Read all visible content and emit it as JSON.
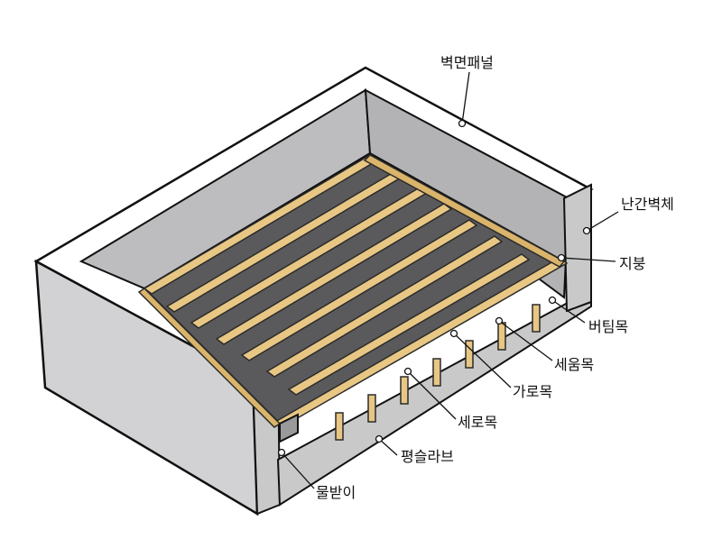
{
  "labels": {
    "wall_panel": "벽면패널",
    "parapet": "난간벽체",
    "roof": "지붕",
    "prop": "버팀목",
    "vertical_member": "세움목",
    "horizontal_member": "가로목",
    "vertical_batten": "세로목",
    "flat_slab": "평슬라브",
    "drip": "물받이"
  },
  "colors": {
    "wall_face": "#d2d2d4",
    "wall_inner": "#bdbdbf",
    "slab_dark": "#5a5a5c",
    "timber": "#e8c784",
    "timber_edge": "#2b2b2b",
    "concrete": "#c9c9c9"
  }
}
